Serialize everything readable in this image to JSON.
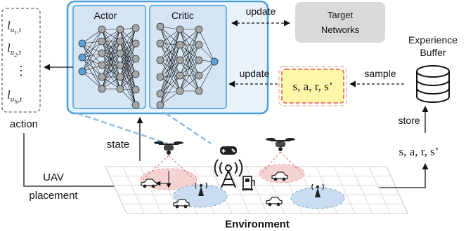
{
  "actor_label": "Actor",
  "critic_label": "Critic",
  "update_top_label": "update",
  "update_mid_label": "update",
  "target_networks": {
    "line1": "Target",
    "line2": "Networks"
  },
  "experience_buffer": {
    "line1": "Experience",
    "line2": "Buffer"
  },
  "sample_label": "sample",
  "store_label": "store",
  "tuple_box_text": "s, a, r, s’",
  "tuple_right_text": "s, a, r, s’",
  "state_label": "state",
  "action_label": "action",
  "uav_placement": {
    "line1": "UAV",
    "line2": "placement"
  },
  "environment_label": "Environment",
  "action_list": {
    "base": "l",
    "items": [
      {
        "sub": "u",
        "subsub": "1",
        "suffix": ",t"
      },
      {
        "sub": "u",
        "subsub": "2",
        "suffix": ",t"
      },
      {
        "sub": "u",
        "subsub": "N",
        "suffix": ",t"
      }
    ],
    "dots": "⋮"
  },
  "colors": {
    "panel_border": "#4a9fd8",
    "panel_fill": "#dbe9f6",
    "node_input": "#5ba3d9",
    "node_gray": "#a6a6a6",
    "target_fill": "#d9d9d9",
    "tuple_fill": "#fff7a8",
    "tuple_border": "#e8836e",
    "red_zone": "#f4c7c7",
    "blue_zone": "#c4d8ef"
  }
}
